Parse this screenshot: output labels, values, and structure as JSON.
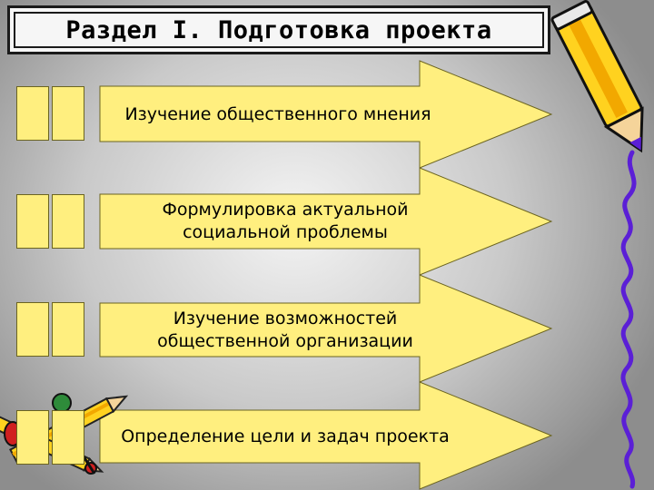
{
  "title": "Раздел I. Подготовка проекта",
  "steps": [
    {
      "label": "Изучение общественного мнения"
    },
    {
      "label": "Формулировка актуальной социальной проблемы"
    },
    {
      "label": "Изучение возможностей общественной организации"
    },
    {
      "label": "Определение цели и задач проекта"
    }
  ],
  "colors": {
    "arrow_fill": "#ffef7f",
    "arrow_stroke": "#6b6420",
    "pencil_yellow": "#ffd21f",
    "squiggle": "#5b1fd6"
  },
  "icons": [
    "pencil-icon",
    "squiggle-line-icon",
    "compass-icon"
  ]
}
